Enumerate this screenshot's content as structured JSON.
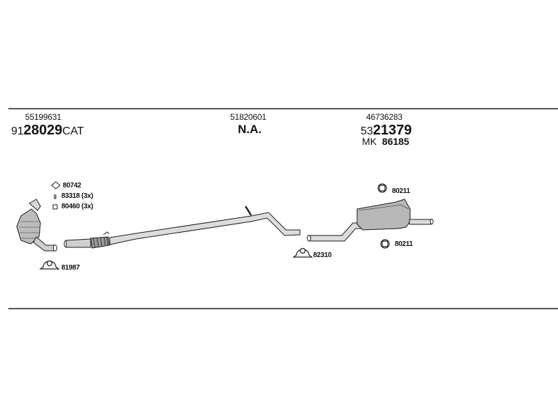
{
  "groups": {
    "front": {
      "number": "55199631",
      "code_prefix": "91",
      "code_main": "28029",
      "code_suffix": "CAT"
    },
    "middle": {
      "number": "51820601",
      "code": "N.A."
    },
    "rear": {
      "number": "46736283",
      "code_prefix": "53",
      "code_main": "21379",
      "mk_prefix": "MK",
      "mk_number": "86185"
    }
  },
  "part_labels": {
    "p80742": "80742",
    "p83318": "83318 (3x)",
    "p80460": "80460 (3x)",
    "p81987": "81987",
    "p82310": "82310",
    "p80211_top": "80211",
    "p80211_bottom": "80211"
  },
  "icons": {
    "gasket": "gasket-icon",
    "bolt": "bolt-icon",
    "nut": "nut-icon",
    "clamp": "clamp-icon",
    "hanger": "rubber-hanger-icon"
  },
  "colors": {
    "line": "#1a1a1a",
    "part_fill": "#bdbdbd",
    "part_shade": "#8a8a8a"
  }
}
